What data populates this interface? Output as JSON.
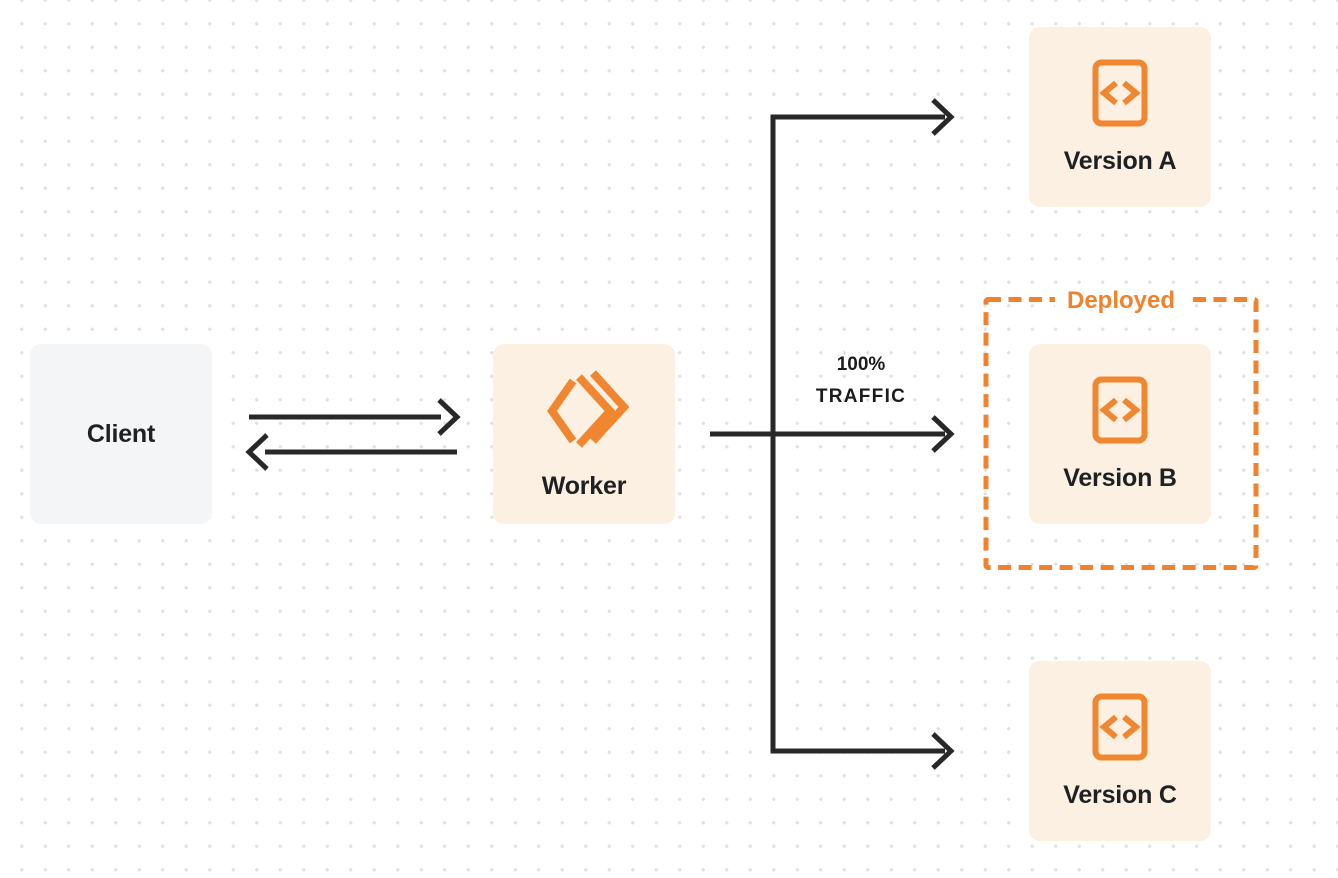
{
  "diagram": {
    "type": "traffic-routing-diagram",
    "description_visible_elements": "Client connects bidirectionally to Worker; Worker fans out to three versions; 100% traffic routed to deployed Version B"
  },
  "nodes": {
    "client": {
      "label": "Client"
    },
    "worker": {
      "label": "Worker",
      "icon": "workers-logo-icon"
    },
    "versions": [
      {
        "label": "Version A",
        "icon": "code-file-icon"
      },
      {
        "label": "Version B",
        "icon": "code-file-icon",
        "badge": "Deployed"
      },
      {
        "label": "Version C",
        "icon": "code-file-icon"
      }
    ]
  },
  "traffic": {
    "line1": "100%",
    "line2": "TRAFFIC"
  },
  "deployed": {
    "label": "Deployed"
  },
  "edges": [
    {
      "from": "client",
      "to": "worker",
      "style": "arrow-right"
    },
    {
      "from": "worker",
      "to": "client",
      "style": "arrow-left"
    },
    {
      "from": "worker",
      "to": "version-a",
      "style": "arrow"
    },
    {
      "from": "worker",
      "to": "version-b",
      "style": "arrow",
      "label": "100% TRAFFIC"
    },
    {
      "from": "worker",
      "to": "version-c",
      "style": "arrow"
    }
  ],
  "colors": {
    "accent_orange": "#f0822d",
    "icon_orange": "#f0862f",
    "node_cream_bg": "#fbf0e2",
    "node_gray_bg": "#f4f5f6",
    "connector_dark": "#282828",
    "label_text": "#1f2023",
    "dot_grid": "#e2e2e2",
    "page_background": "#ffffff"
  }
}
